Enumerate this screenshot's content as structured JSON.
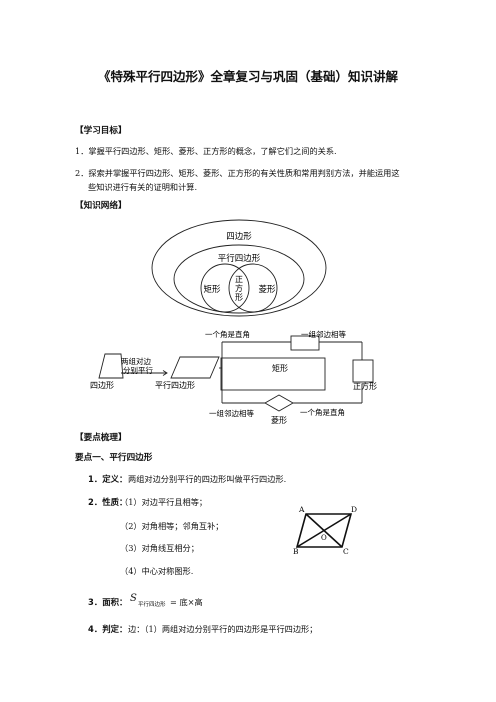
{
  "title": "《特殊平行四边形》全章复习与巩固（基础）知识讲解",
  "sections": {
    "goals_heading": "【学习目标】",
    "goals": [
      "1．掌握平行四边形、矩形、菱形、正方形的概念，了解它们之间的关系.",
      "2．探索并掌握平行四边形、矩形、菱形、正方形的有关性质和常用判别方法，并能运用这",
      "些知识进行有关的证明和计算."
    ],
    "network_heading": "【知识网络】",
    "points_heading": "【要点梳理】",
    "point1_heading": "要点一、平行四边形"
  },
  "venn": {
    "outer": "四边形",
    "middle": "平行四边形",
    "left": "矩形",
    "center": [
      "正",
      "方",
      "形"
    ],
    "right": "菱形"
  },
  "flow": {
    "quad": "四边形",
    "cond_pair": [
      "两组对边",
      "分别平行"
    ],
    "parallelogram": "平行四边形",
    "top_cond": "一个角是直角",
    "top_right_cond": "一组邻边相等",
    "rect": "矩形",
    "bottom_cond": "一组邻边相等",
    "bottom_right_cond": "一个角是直角",
    "rhombus": "菱形",
    "square": "正方形"
  },
  "items": {
    "def_label": "1．定义：",
    "def_text": "两组对边分别平行的四边形叫做平行四边形.",
    "prop_label": "2．性质：",
    "props": [
      "（1）对边平行且相等；",
      "（2）对角相等；邻角互补；",
      "（3）对角线互相分；",
      "（4）中心对称图形."
    ],
    "area_label": "3．面积：",
    "area_s": "S",
    "area_sub": "平行四边形",
    "area_formula": "= 底×高",
    "judge_label": "4．判定：",
    "judge_text": "边：（1）两组对边分别平行的四边形是平行四边形；"
  },
  "pgram_labels": {
    "A": "A",
    "D": "D",
    "B": "B",
    "C": "C",
    "O": "O"
  }
}
